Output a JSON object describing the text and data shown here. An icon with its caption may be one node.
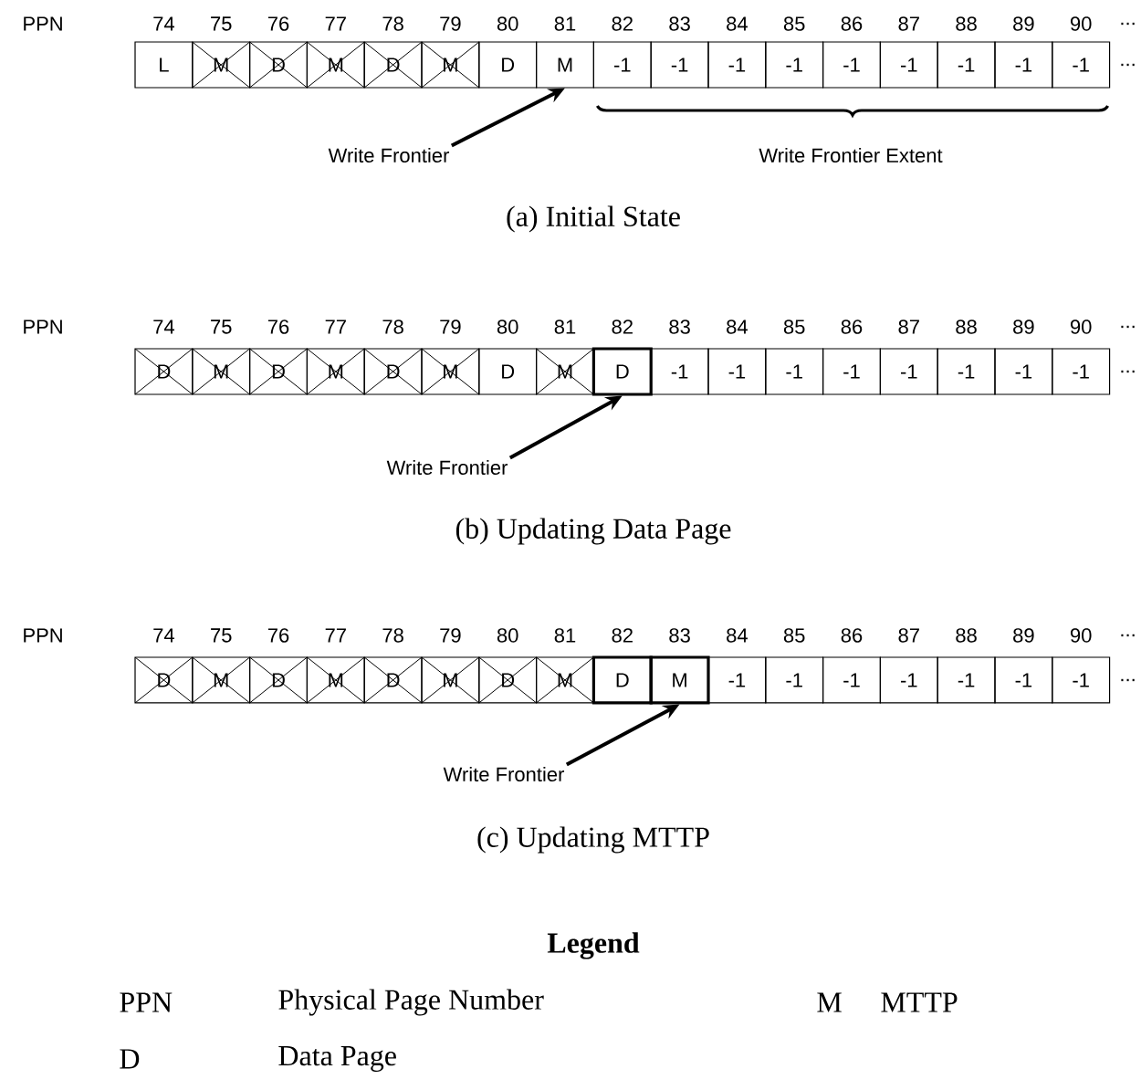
{
  "diagram": {
    "nodes": [
      {
        "text": [
          "L"
        ]
      },
      {
        "text": [
          "M"
        ]
      },
      {
        "text": [
          "D"
        ]
      },
      {
        "text": [
          "M"
        ]
      },
      {
        "text": [
          "D"
        ]
      },
      {
        "text": [
          "M"
        ]
      },
      {
        "text": [
          "D"
        ]
      },
      {
        "text": [
          "M"
        ]
      },
      {
        "text": [
          "-1"
        ]
      },
      {
        "text": [
          "-1"
        ]
      },
      {
        "text": [
          "-1"
        ]
      },
      {
        "text": [
          "-1"
        ]
      },
      {
        "text": [
          "-1"
        ]
      },
      {
        "text": [
          "-1"
        ]
      },
      {
        "text": [
          "-1"
        ]
      },
      {
        "text": [
          "-1"
        ]
      },
      {
        "text": [
          "-1"
        ]
      },
      {
        "text": [
          "Write Frontier"
        ]
      },
      {
        "text": [
          "D"
        ]
      },
      {
        "text": [
          "M"
        ]
      },
      {
        "text": [
          "D"
        ]
      },
      {
        "text": [
          "M"
        ]
      },
      {
        "text": [
          "D"
        ]
      },
      {
        "text": [
          "M"
        ]
      },
      {
        "text": [
          "D"
        ]
      },
      {
        "text": [
          "M"
        ]
      },
      {
        "text": [
          "D"
        ]
      },
      {
        "text": [
          "-1"
        ]
      },
      {
        "text": [
          "-1"
        ]
      },
      {
        "text": [
          "-1"
        ]
      },
      {
        "text": [
          "-1"
        ]
      },
      {
        "text": [
          "-1"
        ]
      },
      {
        "text": [
          "-1"
        ]
      },
      {
        "text": [
          "-1"
        ]
      },
      {
        "text": [
          "-1"
        ]
      },
      {
        "text": [
          "Write Frontier"
        ]
      },
      {
        "text": [
          "D"
        ]
      },
      {
        "text": [
          "M"
        ]
      },
      {
        "text": [
          "D"
        ]
      },
      {
        "text": [
          "M"
        ]
      },
      {
        "text": [
          "D"
        ]
      },
      {
        "text": [
          "M"
        ]
      },
      {
        "text": [
          "D"
        ]
      },
      {
        "text": [
          "M"
        ]
      },
      {
        "text": [
          "D"
        ]
      },
      {
        "text": [
          "M"
        ]
      },
      {
        "text": [
          "-1"
        ]
      },
      {
        "text": [
          "-1"
        ]
      },
      {
        "text": [
          "-1"
        ]
      },
      {
        "text": [
          "-1"
        ]
      },
      {
        "text": [
          "-1"
        ]
      },
      {
        "text": [
          "-1"
        ]
      },
      {
        "text": [
          "-1"
        ]
      },
      {
        "text": [
          "Write Frontier"
        ]
      }
    ],
    "edges": [
      {
        "from": 17,
        "to": 7,
        "arrow": "to"
      },
      {
        "from": 35,
        "to": 26,
        "arrow": "to"
      },
      {
        "from": 53,
        "to": 45,
        "arrow": "to"
      }
    ],
    "labels": [
      "PPN",
      "74",
      "75",
      "76",
      "77",
      "78",
      "79",
      "80",
      "81",
      "82",
      "83",
      "84",
      "85",
      "86",
      "87",
      "88",
      "89",
      "90",
      "...",
      "...",
      "Write Frontier Extent",
      "(a) Initial State",
      "PPN",
      "74",
      "75",
      "76",
      "77",
      "78",
      "79",
      "80",
      "81",
      "82",
      "83",
      "84",
      "85",
      "86",
      "87",
      "88",
      "89",
      "90",
      "...",
      "...",
      "(b) Updating Data Page",
      "PPN",
      "74",
      "75",
      "76",
      "77",
      "78",
      "79",
      "80",
      "81",
      "82",
      "83",
      "84",
      "85",
      "86",
      "87",
      "88",
      "89",
      "90",
      "...",
      "...",
      "(c) Updating MTTP",
      "Legend",
      "PPN",
      "Physical Page Number",
      "M",
      "MTTP",
      "D",
      "Data Page"
    ]
  }
}
